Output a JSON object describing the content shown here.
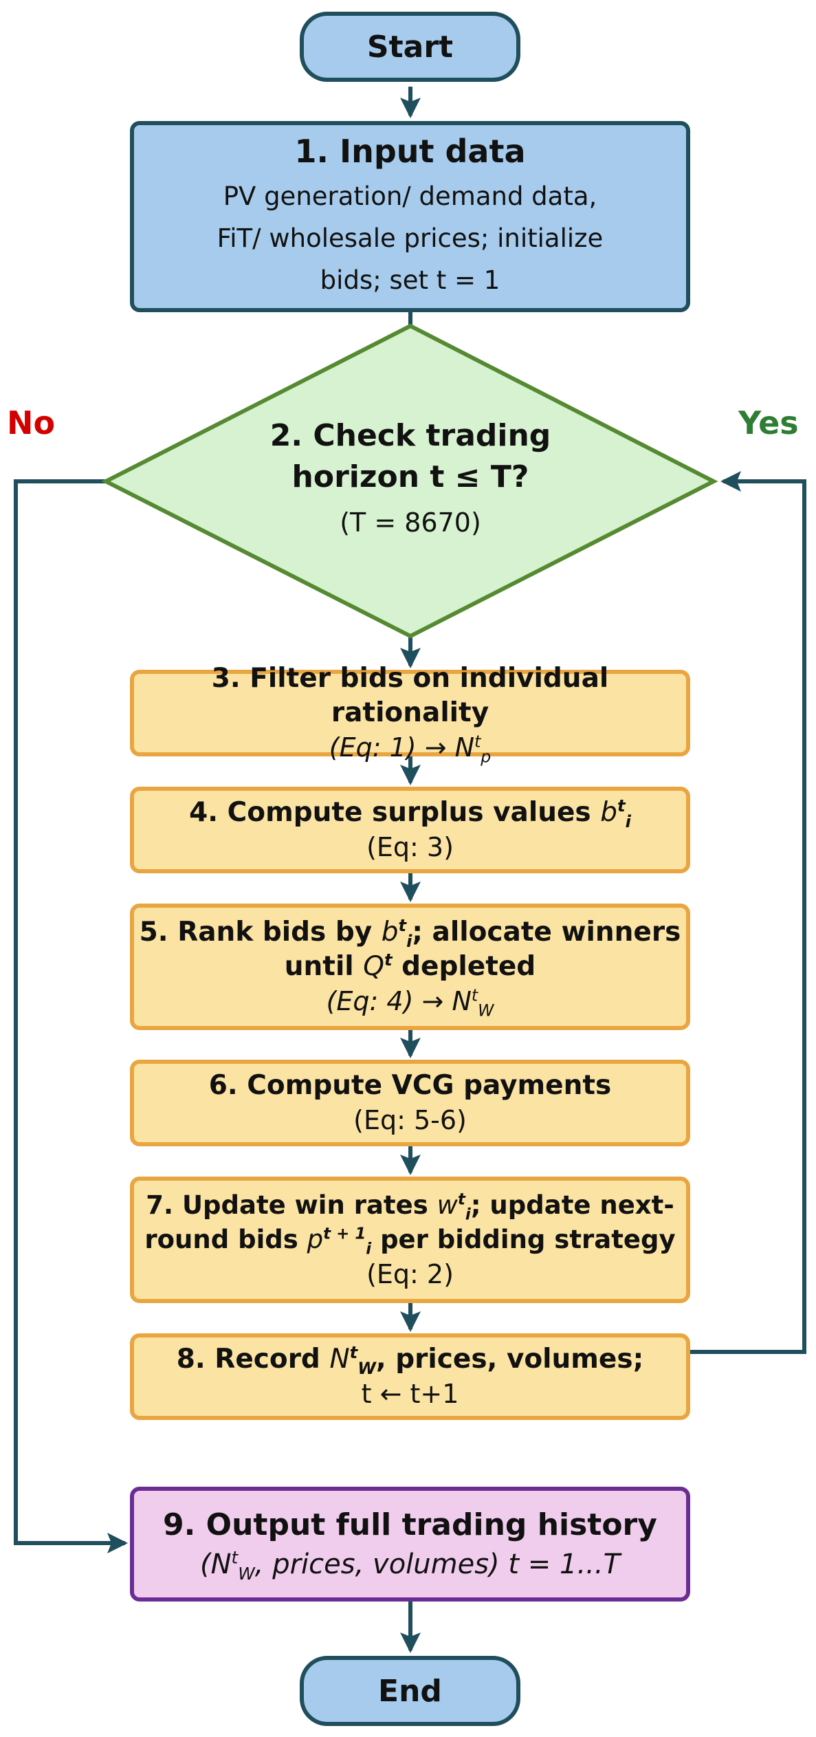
{
  "start": "Start",
  "step1": {
    "title": "1.  Input data",
    "lines": [
      "PV generation/ demand data,",
      "FiT/ wholesale prices; initialize",
      "bids; set t = 1"
    ]
  },
  "step2": {
    "title_l1": "2. Check trading",
    "title_l2": "horizon t ≤ T?",
    "note": "(T = 8670)"
  },
  "label_no": "No",
  "label_yes": "Yes",
  "step3": {
    "title": "3. Filter bids on individual rationality",
    "eq": "(Eq: 1)",
    "arrow": "→",
    "var": "N",
    "sup": "t",
    "sub": "p"
  },
  "step4": {
    "title": "4. Compute surplus values",
    "var": "b",
    "sup": "t",
    "sub": "i",
    "eq": "(Eq: 3)"
  },
  "step5": {
    "l1_a": "5. Rank bids by",
    "var_b": "b",
    "l1_b": "; allocate winners",
    "l2_a": "until",
    "var_q": "Q",
    "l2_b": "depleted",
    "eq": "(Eq: 4)",
    "arrow": "→",
    "var_n": "N",
    "sup": "t",
    "sub_i": "i",
    "sub_w": "W"
  },
  "step6": {
    "title": "6. Compute VCG payments",
    "eq": "(Eq: 5-6)"
  },
  "step7": {
    "l1_a": "7. Update win rates",
    "var_w": "w",
    "l1_b": "; update next-",
    "l2_a": "round bids",
    "var_p": "p",
    "sup_p": "t + 1",
    "l2_b": "per bidding strategy",
    "eq": "(Eq: 2)",
    "sup": "t",
    "sub": "i"
  },
  "step8": {
    "l1_a": "8. Record",
    "var_n": "N",
    "sup": "t",
    "sub": "W",
    "l1_b": ", prices, volumes;",
    "l2": "t ← t+1"
  },
  "step9": {
    "title": "9. Output full trading history",
    "open": "(",
    "var_n": "N",
    "sup": "t",
    "sub": "W",
    "rest": ", prices, volumes) t = 1...T"
  },
  "end": "End",
  "colors": {
    "line": "#1f4e5c",
    "no": "#d40000",
    "yes": "#2e7d32",
    "diamond_fill": "#d7f2d0",
    "diamond_stroke": "#568a32"
  }
}
